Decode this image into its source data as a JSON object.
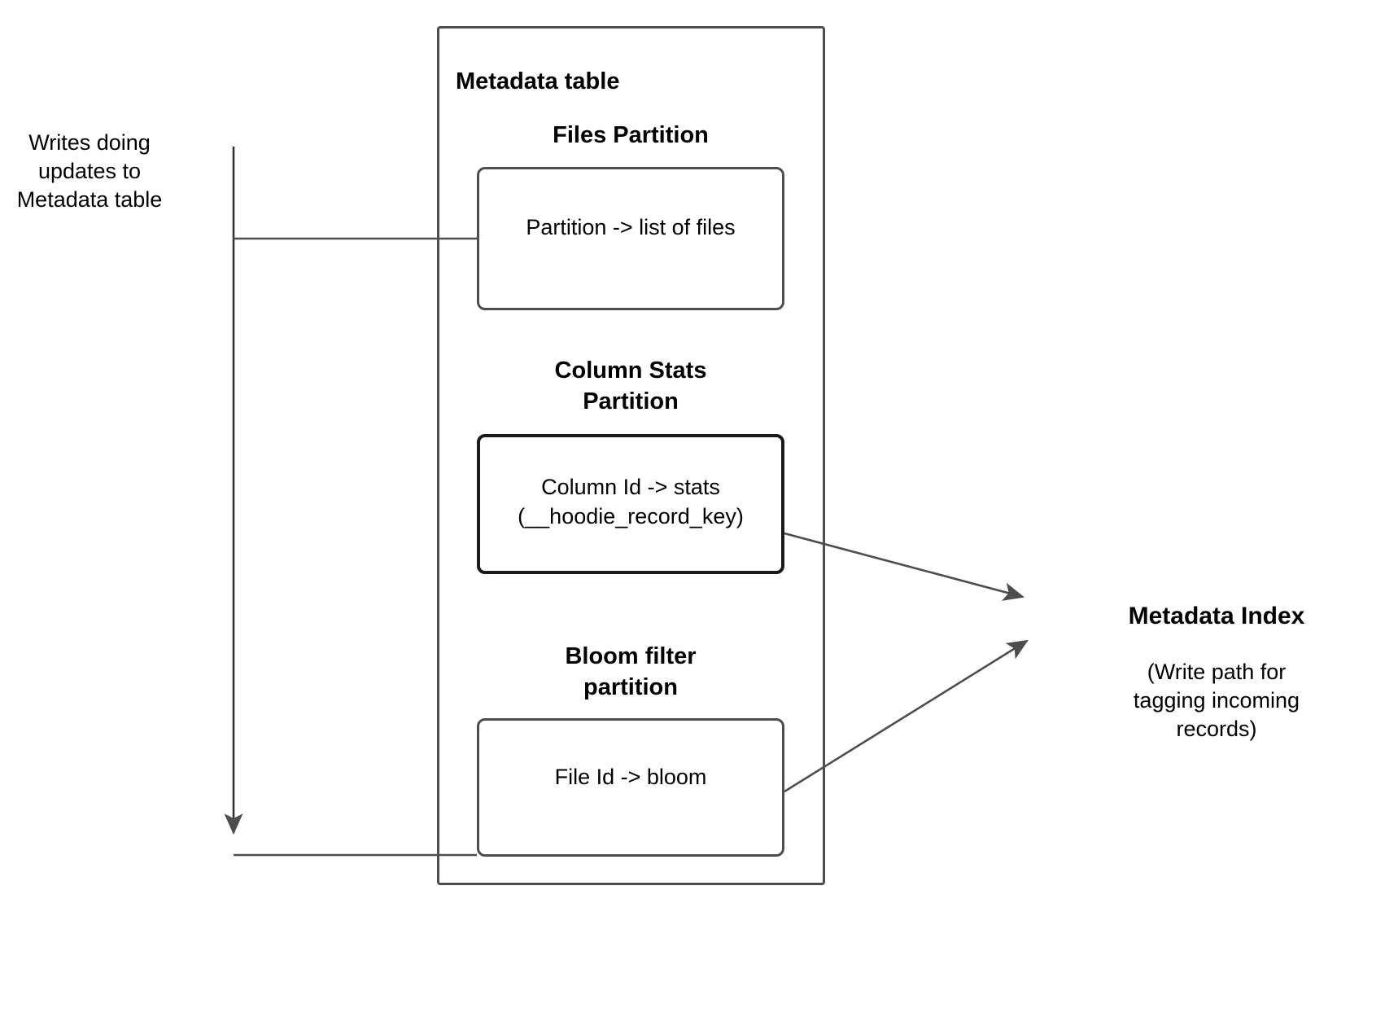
{
  "diagram": {
    "title": "Metadata table",
    "left_note": "Writes doing\nupdates to\nMetadata table",
    "partitions": [
      {
        "heading": "Files Partition",
        "box_text": "Partition -> list of files"
      },
      {
        "heading": "Column Stats\nPartition",
        "box_text": "Column Id  -> stats\n(__hoodie_record_key)"
      },
      {
        "heading": "Bloom filter\npartition",
        "box_text": "File Id -> bloom"
      }
    ],
    "right_label": {
      "title": "Metadata Index",
      "subtitle": "(Write path for\ntagging incoming\nrecords)"
    },
    "colors": {
      "stroke": "#4d4d4d",
      "stroke_strong": "#1a1a1a",
      "arrow_fill": "#4d4d4d",
      "text": "#000000",
      "background": "#ffffff"
    }
  }
}
